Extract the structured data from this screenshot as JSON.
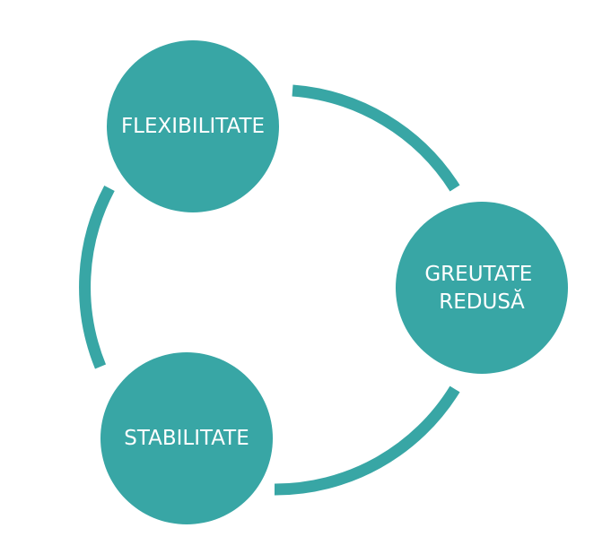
{
  "diagram": {
    "accent_color": "#38a6a5",
    "background_color": "#ffffff",
    "nodes": [
      {
        "id": "flexibilitate",
        "lines": [
          "FLEXIBILITATE"
        ]
      },
      {
        "id": "greutate-redusa",
        "lines": [
          "GREUTATE",
          "REDUSĂ"
        ]
      },
      {
        "id": "stabilitate",
        "lines": [
          "STABILITATE"
        ]
      }
    ]
  }
}
